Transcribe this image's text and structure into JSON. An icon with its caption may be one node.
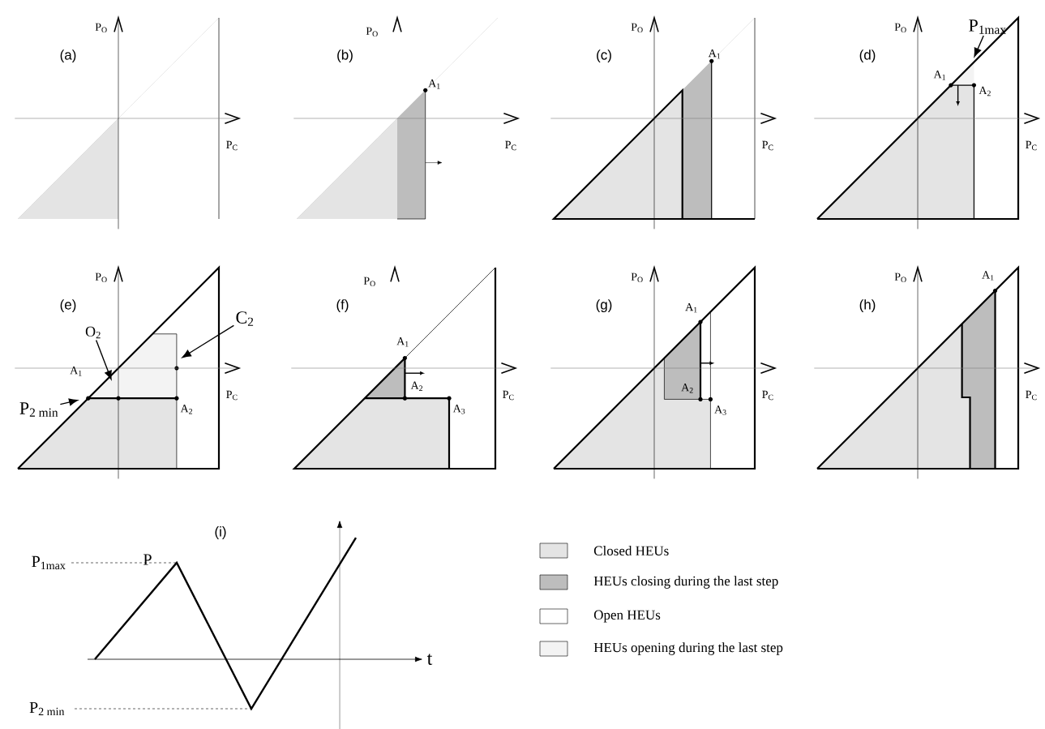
{
  "diagram": {
    "nodes": [
      {
        "text": [
          "P$_{1max}$"
        ]
      },
      {
        "text": [
          "C$_{2}$"
        ]
      },
      {
        "text": [
          "O$_{2}$"
        ]
      },
      {
        "text": [
          "P$_{2 min}$"
        ]
      }
    ],
    "edges": [
      {
        "from": 0,
        "to": null,
        "arrow": "to"
      },
      {
        "from": 1,
        "to": null,
        "arrow": "to"
      },
      {
        "from": 2,
        "to": null,
        "arrow": "to"
      },
      {
        "from": 3,
        "to": null,
        "arrow": "to"
      }
    ],
    "labels": [
      "P$_{O}$",
      "(a)",
      "P$_{C}$",
      "P$_{O}$",
      "(b)",
      "A$_{1}$",
      "P$_{C}$",
      "P$_{O}$",
      "(c)",
      "A$_{1}$",
      "P$_{C}$",
      "P$_{O}$",
      "(d)",
      "A$_{1}$",
      "A$_{2}$",
      "P$_{C}$",
      "P$_{O}$",
      "(e)",
      "A$_{1}$",
      "P$_{C}$",
      "A$_{2}$",
      "P$_{O}$",
      "(f)",
      "A$_{1}$",
      "A$_{2}$",
      "P$_{C}$",
      "A$_{3}$",
      "P$_{O}$",
      "(g)",
      "A$_{1}$",
      "P$_{C}$",
      "A$_{2}$",
      "A$_{3}$",
      "P$_{O}$",
      "(h)",
      "A$_{1}$",
      "P$_{C}$",
      "(i)",
      "P$_{1max}$",
      "P",
      "t",
      "P$_{2 min}$"
    ],
    "legend": [
      {
        "text": "Closed HEUs",
        "color": "#e4e4e4"
      },
      {
        "text": "HEUs closing during the last step",
        "color": "#bdbdbd"
      },
      {
        "text": "Open HEUs"
      },
      {
        "text": "HEUs opening during the last step",
        "color": "#f3f3f3"
      }
    ]
  }
}
